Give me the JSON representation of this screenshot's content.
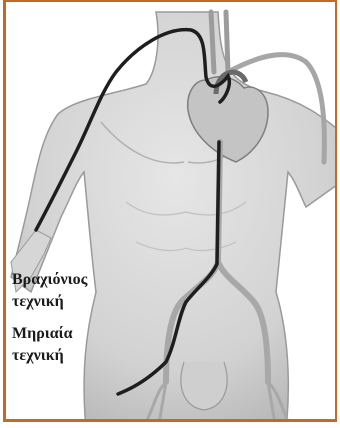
{
  "labels": {
    "brachial_line1": "Βραχιόνιος",
    "brachial_line2": "τεχνική",
    "femoral_line1": "Μηριαία",
    "femoral_line2": "τεχνική"
  },
  "colors": {
    "border": "#c56a24",
    "skin": "#d9d9d9",
    "vessel": "#bdbdbd",
    "catheter": "#1e1e1e"
  }
}
